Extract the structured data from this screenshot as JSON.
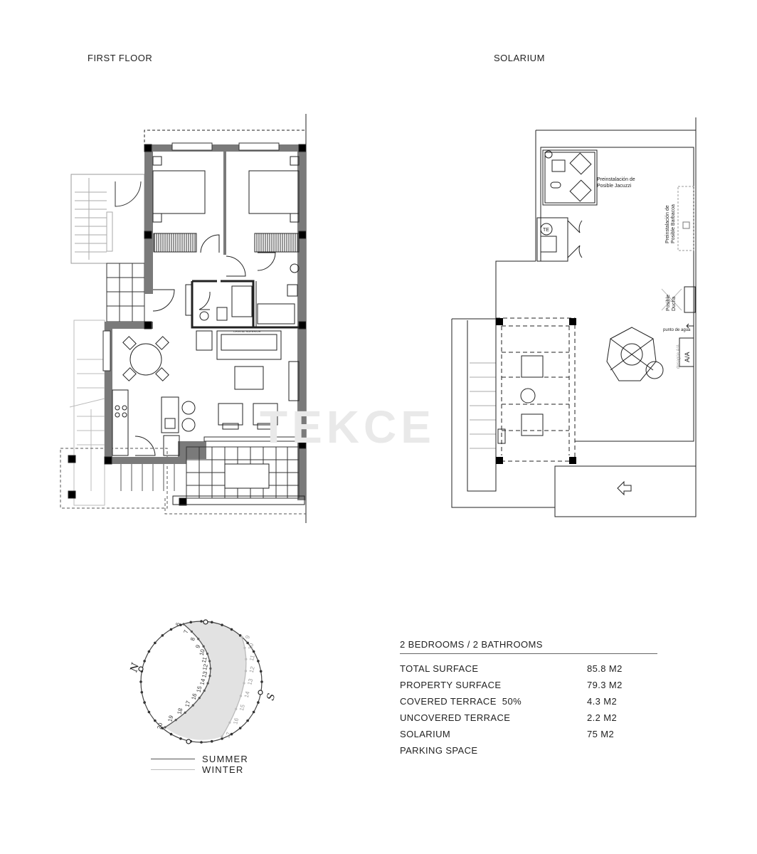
{
  "titles": {
    "first_floor": "FIRST FLOOR",
    "solarium": "SOLARIUM"
  },
  "first_floor": {
    "glass_label": "CRISTAL SUPERIOR"
  },
  "solarium": {
    "jacuzzi_label_1": "Preinstalación de",
    "jacuzzi_label_2": "Posible Jacuzzi",
    "bbq_label_1": "Preinstalación de",
    "bbq_label_2": "Posible Barbacoa",
    "shower_label_1": "Posible",
    "shower_label_2": "Ducha",
    "water_point": "punto de agua",
    "ac_drain": "desagüe A/A",
    "ac": "A/A",
    "water_heater": "TE",
    "parking_arrow_icon": "arrow-left-icon"
  },
  "watermark": "TEKCE",
  "sun_chart": {
    "north": "N",
    "south": "S",
    "summer_hours": [
      "6",
      "7",
      "8",
      "9",
      "10",
      "11",
      "12",
      "13",
      "14",
      "15",
      "16",
      "17",
      "18",
      "19",
      "20"
    ],
    "winter_hours": [
      "9",
      "10",
      "11",
      "12",
      "13",
      "14",
      "15",
      "16",
      "17"
    ],
    "summer_color": "#555555",
    "winter_color": "#bbbbbb",
    "shade_color": "#e2e2e2"
  },
  "legend": {
    "summer": "SUMMER",
    "winter": "WINTER"
  },
  "summary": {
    "header": "2 BEDROOMS / 2 BATHROOMS",
    "rows": [
      {
        "label": "TOTAL SURFACE",
        "value": "85.8 M2"
      },
      {
        "label": "PROPERTY SURFACE",
        "value": "79.3 M2"
      },
      {
        "label": "COVERED TERRACE  50%",
        "value": "4.3 M2"
      },
      {
        "label": "UNCOVERED TERRACE",
        "value": "2.2 M2"
      },
      {
        "label": "SOLARIUM",
        "value": "75 M2"
      },
      {
        "label": "PARKING SPACE",
        "value": ""
      }
    ]
  }
}
